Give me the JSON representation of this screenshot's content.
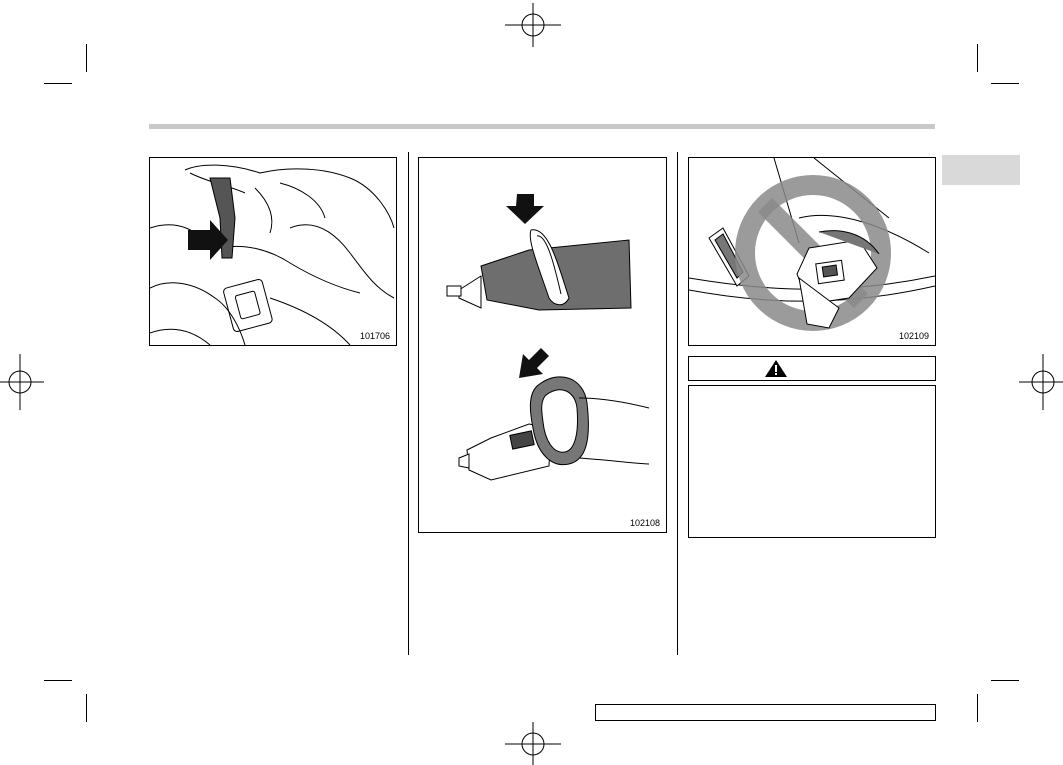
{
  "figures": {
    "left": {
      "number": "101706"
    },
    "middle": {
      "number": "102108"
    },
    "right": {
      "number": "102109"
    }
  },
  "warning": {
    "icon": "warning-triangle-icon"
  },
  "icons": {
    "registration_mark": "crosshair-circle-icon",
    "prohibition": "no-symbol-icon"
  }
}
